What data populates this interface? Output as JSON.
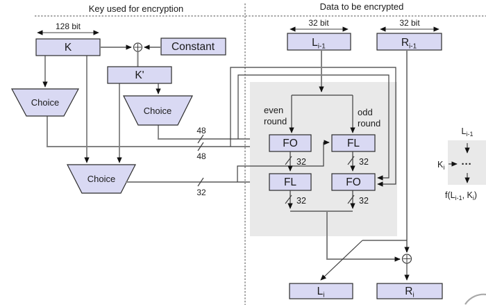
{
  "colors": {
    "box_fill": "#d9d9f3",
    "box_border": "#2b2b2b",
    "panel_fill": "#e9e9e9",
    "line": "#3f3f3f",
    "bus_line": "#828282",
    "arrow": "#111111",
    "dashed": "#4a4a4a",
    "arc": "#a8a8a8",
    "ink": "#1a1a1a",
    "bg": "#ffffff"
  },
  "titles": {
    "key_section": "Key used for encryption",
    "data_section": "Data to be encrypted"
  },
  "key_side": {
    "width_label": "128 bit",
    "k_label": "K",
    "constant_label": "Constant",
    "k_prime_label": "K'",
    "choice1_label": "Choice",
    "choice2_label": "Choice",
    "choice3_label": "Choice",
    "bus48_upper": "48",
    "bus48_lower": "48",
    "bus32": "32"
  },
  "data_side": {
    "left_width_label": "32 bit",
    "right_width_label": "32 bit",
    "l_in": {
      "base": "L",
      "sub": "i-1"
    },
    "r_in": {
      "base": "R",
      "sub": "i-1"
    },
    "even_line1": "even",
    "even_line2": "round",
    "odd_line1": "odd",
    "odd_line2": "round",
    "fo_top": "FO",
    "fl_top": "FL",
    "fl_bottom": "FL",
    "fo_bottom": "FO",
    "w32_fo_top": "32",
    "w32_fl_top": "32",
    "w32_fl_bottom": "32",
    "w32_fo_bottom": "32",
    "l_out": {
      "base": "L",
      "sub": "i"
    },
    "r_out": {
      "base": "R",
      "sub": "i"
    }
  },
  "round_function": {
    "input": {
      "base": "L",
      "sub": "i-1"
    },
    "key": {
      "base": "K",
      "sub": "i"
    },
    "dots": "···",
    "output": {
      "p1": "f(L",
      "s1": "i-1",
      "p2": ", K",
      "s2": "i",
      "p3": ")"
    }
  }
}
